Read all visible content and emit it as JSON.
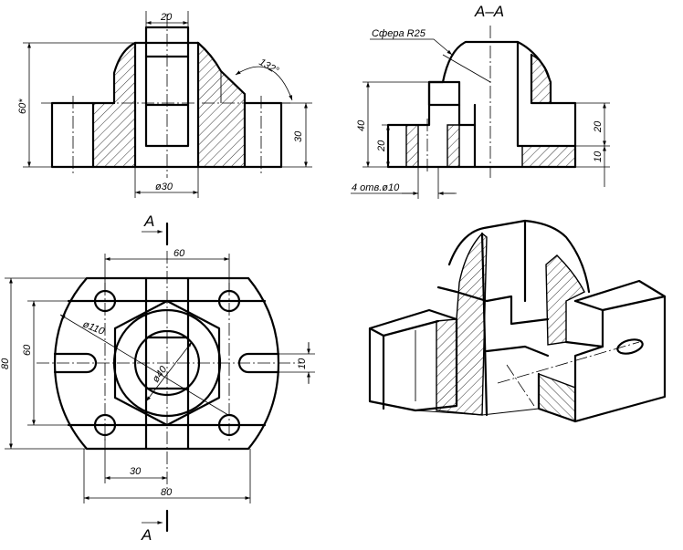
{
  "section_title": "А–А",
  "cut_marks": {
    "top": "А",
    "bottom": "А"
  },
  "front_view": {
    "dim_width_top": "20",
    "dim_height_total": "60*",
    "dim_angle": "132°",
    "dim_height_base": "30",
    "dim_diameter": "ø30"
  },
  "section_view": {
    "note_sphere": "Сфера R25",
    "dim_height": "40",
    "dim_height_inner": "20",
    "dim_right_upper": "20",
    "dim_right_lower": "10",
    "note_holes": "4 отв.ø10"
  },
  "plan_view": {
    "dim_hole_spacing": "60",
    "dim_outer_radius": "ø110",
    "dim_bore": "ø40",
    "dim_height_outer": "80",
    "dim_height_inner": "60",
    "dim_slot": "10",
    "dim_offset": "30",
    "dim_width": "80"
  }
}
